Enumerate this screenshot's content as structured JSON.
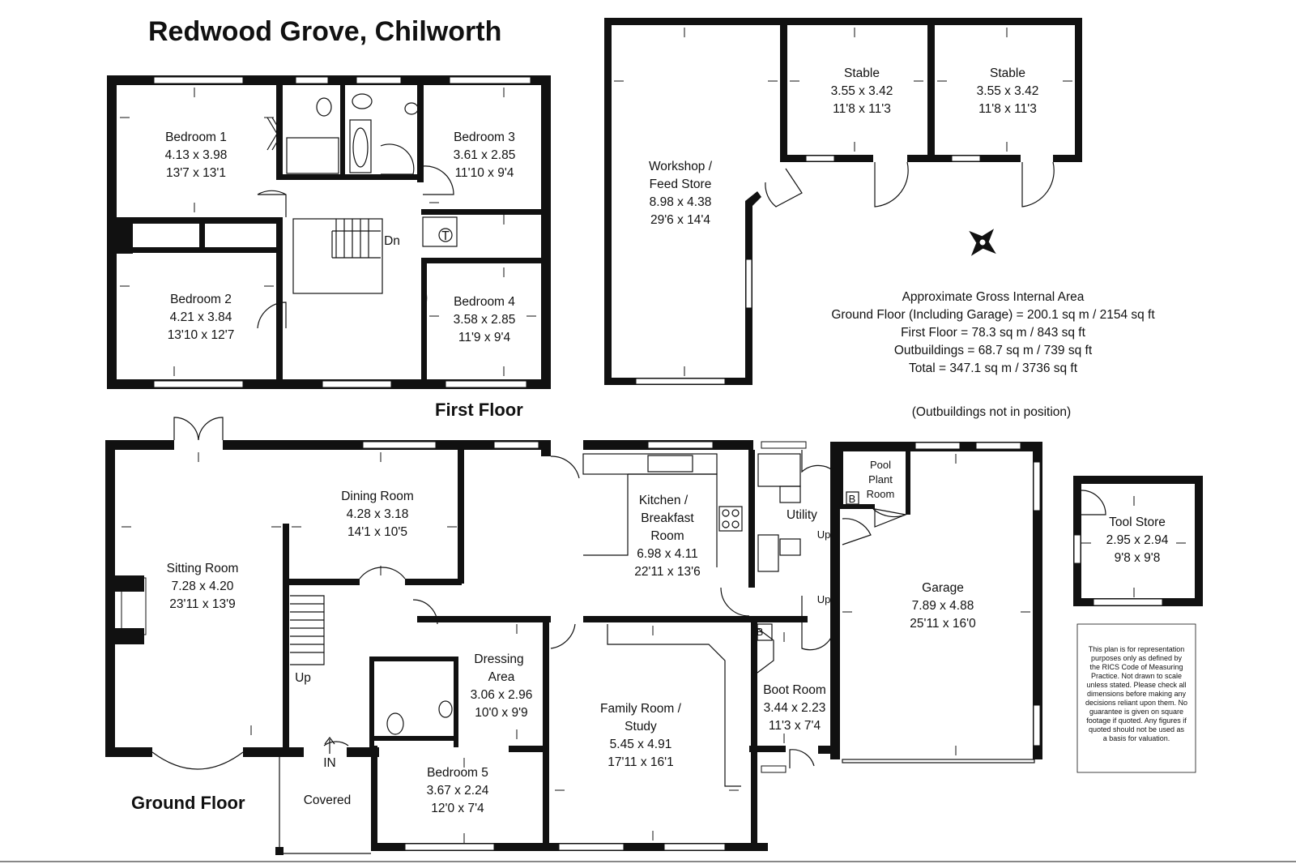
{
  "title": "Redwood Grove, Chilworth",
  "floors": {
    "first": "First Floor",
    "ground": "Ground Floor"
  },
  "rooms": {
    "bedroom1": [
      "Bedroom 1",
      "4.13 x 3.98",
      "13'7 x 13'1"
    ],
    "bedroom2": [
      "Bedroom 2",
      "4.21 x 3.84",
      "13'10 x 12'7"
    ],
    "bedroom3": [
      "Bedroom 3",
      "3.61 x 2.85",
      "11'10 x 9'4"
    ],
    "bedroom4": [
      "Bedroom 4",
      "3.58 x 2.85",
      "11'9 x 9'4"
    ],
    "stable1": [
      "Stable",
      "3.55 x 3.42",
      "11'8 x 11'3"
    ],
    "stable2": [
      "Stable",
      "3.55 x 3.42",
      "11'8 x 11'3"
    ],
    "workshop": [
      "Workshop /",
      "Feed Store",
      "8.98 x 4.38",
      "29'6 x 14'4"
    ],
    "dining": [
      "Dining Room",
      "4.28 x 3.18",
      "14'1 x 10'5"
    ],
    "sitting": [
      "Sitting Room",
      "7.28 x 4.20",
      "23'11 x 13'9"
    ],
    "kitchen": [
      "Kitchen /",
      "Breakfast",
      "Room",
      "6.98 x 4.11",
      "22'11 x 13'6"
    ],
    "pool_plant": [
      "Pool",
      "Plant",
      "Room"
    ],
    "garage": [
      "Garage",
      "7.89 x 4.88",
      "25'11 x 16'0"
    ],
    "tool_store": [
      "Tool Store",
      "2.95 x 2.94",
      "9'8 x 9'8"
    ],
    "dressing": [
      "Dressing",
      "Area",
      "3.06 x 2.96",
      "10'0 x 9'9"
    ],
    "family": [
      "Family Room /",
      "Study",
      "5.45 x 4.91",
      "17'11 x 16'1"
    ],
    "boot": [
      "Boot Room",
      "3.44 x 2.23",
      "11'3 x 7'4"
    ],
    "bedroom5": [
      "Bedroom 5",
      "3.67 x 2.24",
      "12'0 x 7'4"
    ]
  },
  "labels": {
    "dn": "Dn",
    "t": "T",
    "up_hall": "Up",
    "up_utility_1": "Up",
    "up_utility_2": "Up",
    "utility": "Utility",
    "in": "IN",
    "covered": "Covered",
    "boiler_1": "B",
    "boiler_2": "B"
  },
  "area": {
    "heading": "Approximate Gross Internal Area",
    "ground": "Ground Floor (Including Garage) = 200.1 sq m / 2154 sq ft",
    "first": "First Floor = 78.3 sq m / 843 sq ft",
    "outbuildings": "Outbuildings = 68.7 sq m / 739 sq ft",
    "total": "Total = 347.1 sq m / 3736 sq ft",
    "note": "(Outbuildings not in position)"
  },
  "disclaimer": [
    "This plan is for representation",
    "purposes only as defined by",
    "the RICS Code of Measuring",
    "Practice. Not drawn to scale",
    "unless stated. Please check all",
    "dimensions before making any",
    "decisions reliant upon them. No",
    "guarantee is given on square",
    "footage if quoted. Any figures if",
    "quoted should not be used as",
    "a basis for valuation."
  ],
  "icons": {
    "compass": "compass-rose-icon",
    "entrance": "entrance-arrow-icon"
  }
}
